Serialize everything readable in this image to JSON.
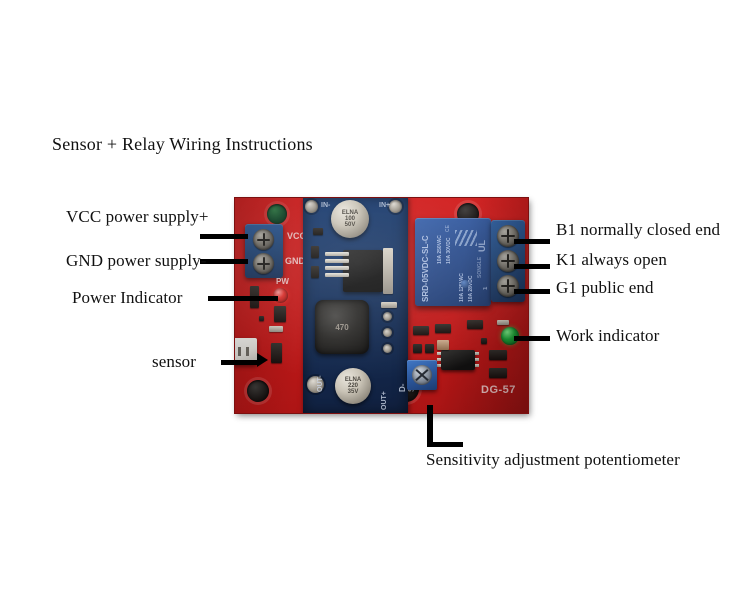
{
  "title": "Sensor + Relay Wiring Instructions",
  "callouts": {
    "left": [
      {
        "id": "vcc",
        "label": "VCC power supply+"
      },
      {
        "id": "gnd",
        "label": "GND power supply-"
      },
      {
        "id": "power",
        "label": "Power Indicator"
      },
      {
        "id": "sensor",
        "label": "sensor"
      }
    ],
    "right": [
      {
        "id": "b1",
        "label": "B1 normally closed end"
      },
      {
        "id": "k1",
        "label": "K1 always open"
      },
      {
        "id": "g1",
        "label": "G1 public end"
      },
      {
        "id": "work",
        "label": "Work indicator"
      }
    ],
    "bottom": [
      {
        "id": "pot",
        "label": "Sensitivity adjustment potentiometer"
      }
    ]
  },
  "board": {
    "pcb_color": "#c71a1a",
    "module_color": "#16315c",
    "silkscreen": {
      "vcc": "VCC",
      "gnd": "GND",
      "power_led": "PW",
      "part_number": "DG-57"
    },
    "relay": {
      "part": "SRD-05VDC-SL-C",
      "rating_line1": "10A 250VAC",
      "rating_line2": "10A 30VDC",
      "rating_line3": "10A 125VAC",
      "rating_line4": "10A 28VDC",
      "brand": "SONGLE",
      "cert_ce": "CE",
      "cert_ul": "UL",
      "coil_number": "1"
    },
    "buck_module": {
      "name": "D-SUN",
      "in_minus": "IN-",
      "in_plus": "IN+",
      "out_minus": "OUT-",
      "out_plus": "OUT+",
      "cap_top_brand": "ELNA",
      "cap_top_value": "100",
      "cap_top_voltage": "50V",
      "cap_bottom_brand": "ELNA",
      "cap_bottom_value": "220",
      "cap_bottom_voltage": "35V",
      "inductor_code": "470"
    },
    "leds": {
      "power": "red",
      "work": "green"
    }
  }
}
